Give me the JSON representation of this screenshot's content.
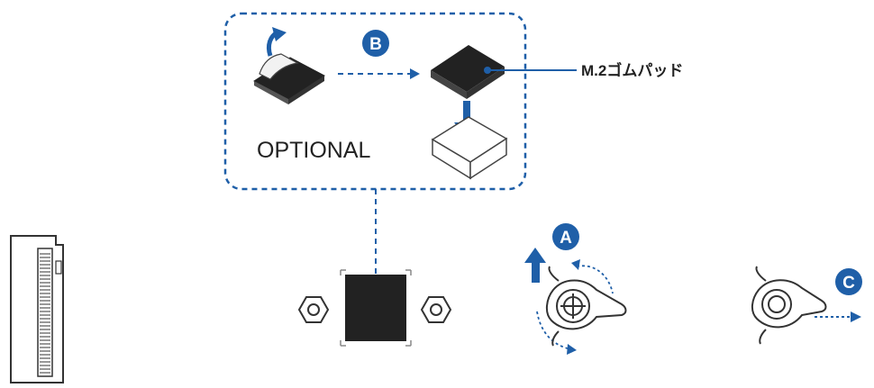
{
  "labels": {
    "optional": "OPTIONAL",
    "rubber_pad": "M.2ゴムパッド"
  },
  "badges": {
    "a": "A",
    "b": "B",
    "c": "C"
  },
  "colors": {
    "accent": "#1f5fa8",
    "dark": "#222222",
    "outline": "#444444",
    "light": "#f2f2f2"
  },
  "icons": {
    "lift_arrow": "up-arrow-icon",
    "dashed_arrow": "dashed-arrow-right-icon",
    "press_arrow": "down-arrow-icon",
    "rotate_arrow": "rotate-arrow-icon"
  }
}
